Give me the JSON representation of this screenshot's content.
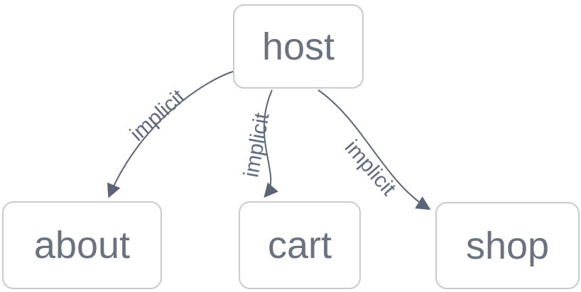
{
  "nodes": [
    {
      "id": "host",
      "label": "host"
    },
    {
      "id": "about",
      "label": "about"
    },
    {
      "id": "cart",
      "label": "cart"
    },
    {
      "id": "shop",
      "label": "shop"
    }
  ],
  "edges": [
    {
      "from": "host",
      "to": "about",
      "label": "implicit"
    },
    {
      "from": "host",
      "to": "cart",
      "label": "implicit"
    },
    {
      "from": "host",
      "to": "shop",
      "label": "implicit"
    }
  ],
  "colors": {
    "background": "#ffffff",
    "edge-color": "#5b6477",
    "edge-label-color": "#626c7f",
    "node-text-color": "#6a7280",
    "node-border-color": "#c8cacd"
  }
}
